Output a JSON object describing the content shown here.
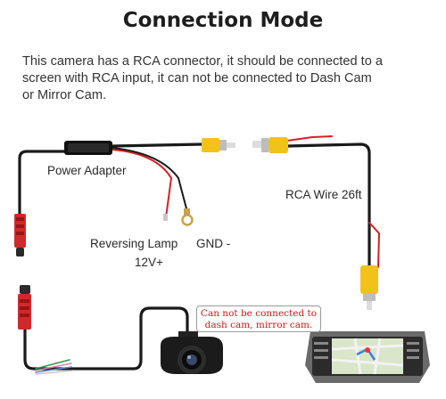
{
  "title": "Connection Mode",
  "description": [
    "This camera has a RCA connector, it should be connected to a",
    "screen with RCA input, it can not be connected to Dash Cam",
    "or Mirror Cam."
  ],
  "labels": {
    "power_adapter": "Power Adapter",
    "rca_wire": "RCA Wire 26ft",
    "reversing_lamp_line1": "Reversing Lamp",
    "reversing_lamp_line2": "12V+",
    "gnd": "GND -"
  },
  "callout": {
    "line1": "Can not be connected to",
    "line2": "dash cam, mirror cam."
  },
  "colors": {
    "wire_black": "#1a1a1a",
    "wire_red": "#d42020",
    "connector_red": "#cf2a2a",
    "rca_yellow": "#f1c21a",
    "callout_text": "#d01818"
  },
  "icons": {
    "camera": "rear-camera-icon",
    "head_unit": "car-head-unit-icon",
    "ring_terminal": "ring-terminal-icon",
    "rca_plug": "rca-plug-icon"
  }
}
